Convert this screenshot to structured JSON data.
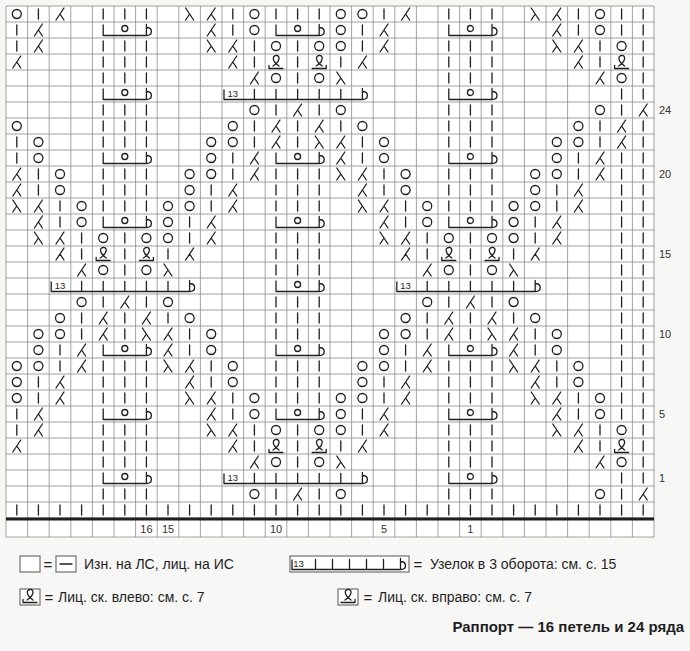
{
  "diagram": {
    "caption": "Раппорт — 16 петель и 24 ряда",
    "labels": [
      "24",
      "20",
      "15",
      "10",
      "5",
      "1",
      "16",
      "15",
      "10",
      "5",
      "1",
      "13",
      "13",
      "13",
      "13",
      "13",
      "=",
      "=",
      "=",
      "="
    ],
    "legend": [
      {
        "text": "Изн. на ЛС, лиц. на ИС"
      },
      {
        "text": "Узелок в 3 оборота: см. с. 15"
      },
      {
        "text": "Лиц. ск. влево: см. с. 7"
      },
      {
        "text": "Лиц. ск. вправо: см. с. 7"
      }
    ]
  }
}
